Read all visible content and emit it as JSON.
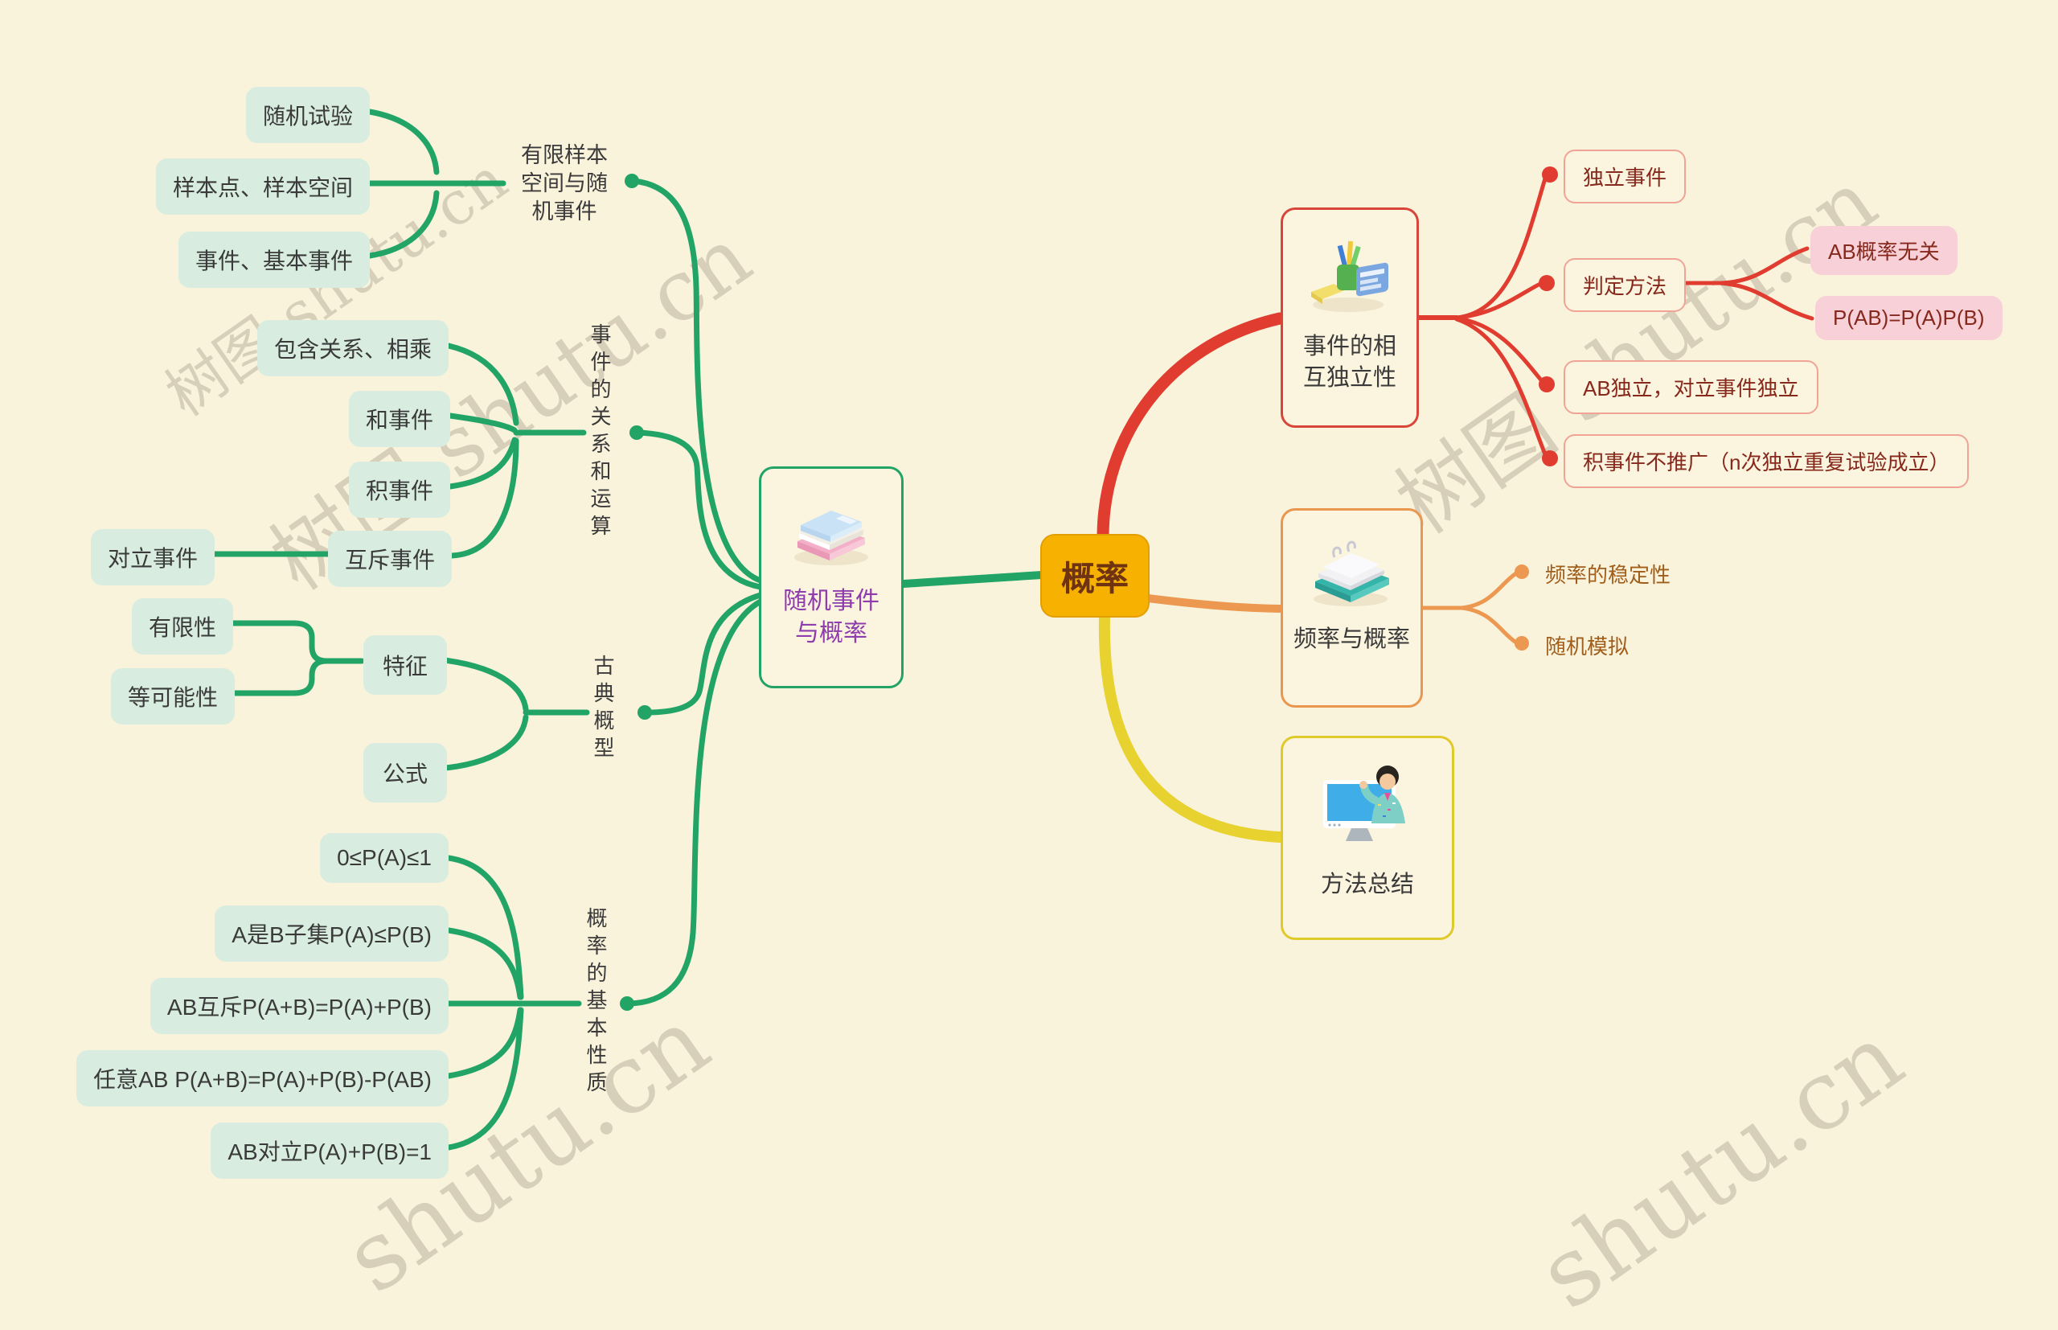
{
  "center": {
    "label": "概率"
  },
  "root": {
    "title_lines": [
      "随机事件",
      "与概率"
    ],
    "icon": "books-stack-icon"
  },
  "left": {
    "sample": {
      "label_lines": [
        "有限样本",
        "空间与随",
        "机事件"
      ],
      "children": [
        "随机试验",
        "样本点、样本空间",
        "事件、基本事件"
      ]
    },
    "relation": {
      "label": "事件的关系和运算",
      "children": [
        "包含关系、相乘",
        "和事件",
        "积事件",
        "互斥事件",
        "对立事件"
      ]
    },
    "classical": {
      "label": "古典概型",
      "feature": "特征",
      "formula": "公式",
      "feature_children": [
        "有限性",
        "等可能性"
      ]
    },
    "property": {
      "label": "概率的基本性质",
      "children": [
        "0≤P(A)≤1",
        "A是B子集P(A)≤P(B)",
        "AB互斥P(A+B)=P(A)+P(B)",
        "任意AB  P(A+B)=P(A)+P(B)-P(AB)",
        "AB对立P(A)+P(B)=1"
      ]
    }
  },
  "right": {
    "independence": {
      "title_lines": [
        "事件的相",
        "互独立性"
      ],
      "icon": "pen-cup-icon",
      "children": [
        "独立事件",
        "判定方法",
        "AB独立，对立事件独立",
        "积事件不推广（n次独立重复试验成立）"
      ],
      "judge_children": [
        "AB概率无关",
        "P(AB)=P(A)P(B)"
      ]
    },
    "frequency": {
      "title": "频率与概率",
      "icon": "notebook-icon",
      "children": [
        "频率的稳定性",
        "随机模拟"
      ]
    },
    "summary": {
      "title": "方法总结",
      "icon": "teacher-icon"
    }
  },
  "watermarks": [
    "树图.shutu.cn",
    "树图 shutu.cn",
    "树图 shutu.cn",
    "shutu.cn",
    "shutu.cn"
  ],
  "colors": {
    "background": "#FAF3DC",
    "green": "#22A467",
    "mint_fill": "#D8EDE0",
    "red": "#E03C30",
    "red_node_border": "#F0A496",
    "red_text": "#87281C",
    "pink_fill": "#F8D0D8",
    "orange": "#EC9851",
    "orange_text": "#A05E1C",
    "yellow": "#E8D22F",
    "center_fill": "#F7B100",
    "center_text": "#6F3312",
    "purple": "#8F3DAD"
  }
}
